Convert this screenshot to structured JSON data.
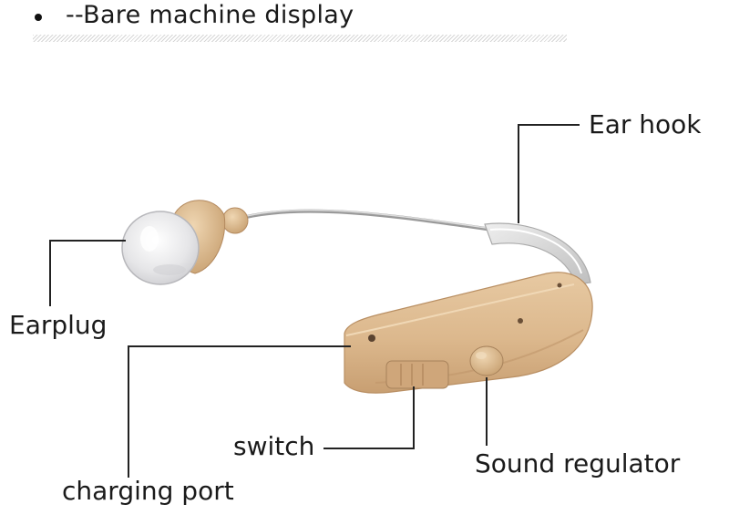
{
  "header": {
    "title": "--Bare machine display"
  },
  "labels": {
    "ear_hook": "Ear hook",
    "earplug": "Earplug",
    "switch": "switch",
    "sound_regulator": "Sound regulator",
    "charging_port": "charging port"
  },
  "colors": {
    "body": "#ddb98f",
    "body_shadow": "#c49a6c",
    "tube": "#b9b9b9",
    "earplug_tip": "#e8e8ea",
    "leader_line": "#222222"
  }
}
